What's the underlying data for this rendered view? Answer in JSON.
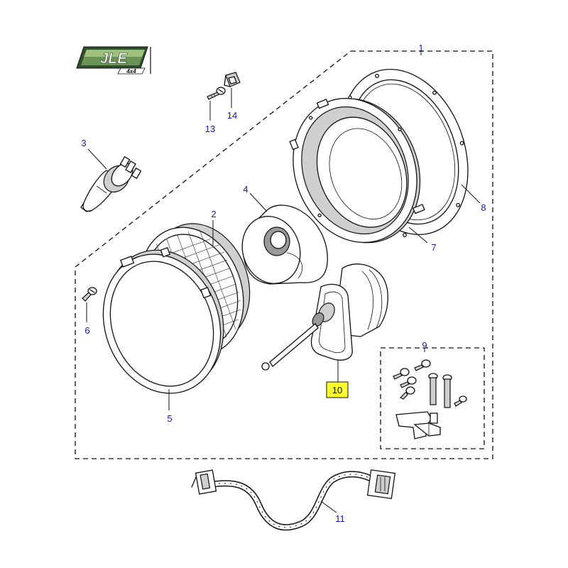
{
  "logo": {
    "brand": "JLE",
    "sub": "4x4",
    "colors": {
      "green_dark": "#2f4f2a",
      "green_light": "#8db36f"
    }
  },
  "callouts": {
    "c1": "1",
    "c2": "2",
    "c3": "3",
    "c4": "4",
    "c5": "5",
    "c6": "6",
    "c7": "7",
    "c8": "8",
    "c9": "9",
    "c10": "10",
    "c11": "11",
    "c13": "13",
    "c14": "14"
  },
  "colors": {
    "callout_text": "#1a1aa8",
    "highlight": "#ffff33"
  }
}
